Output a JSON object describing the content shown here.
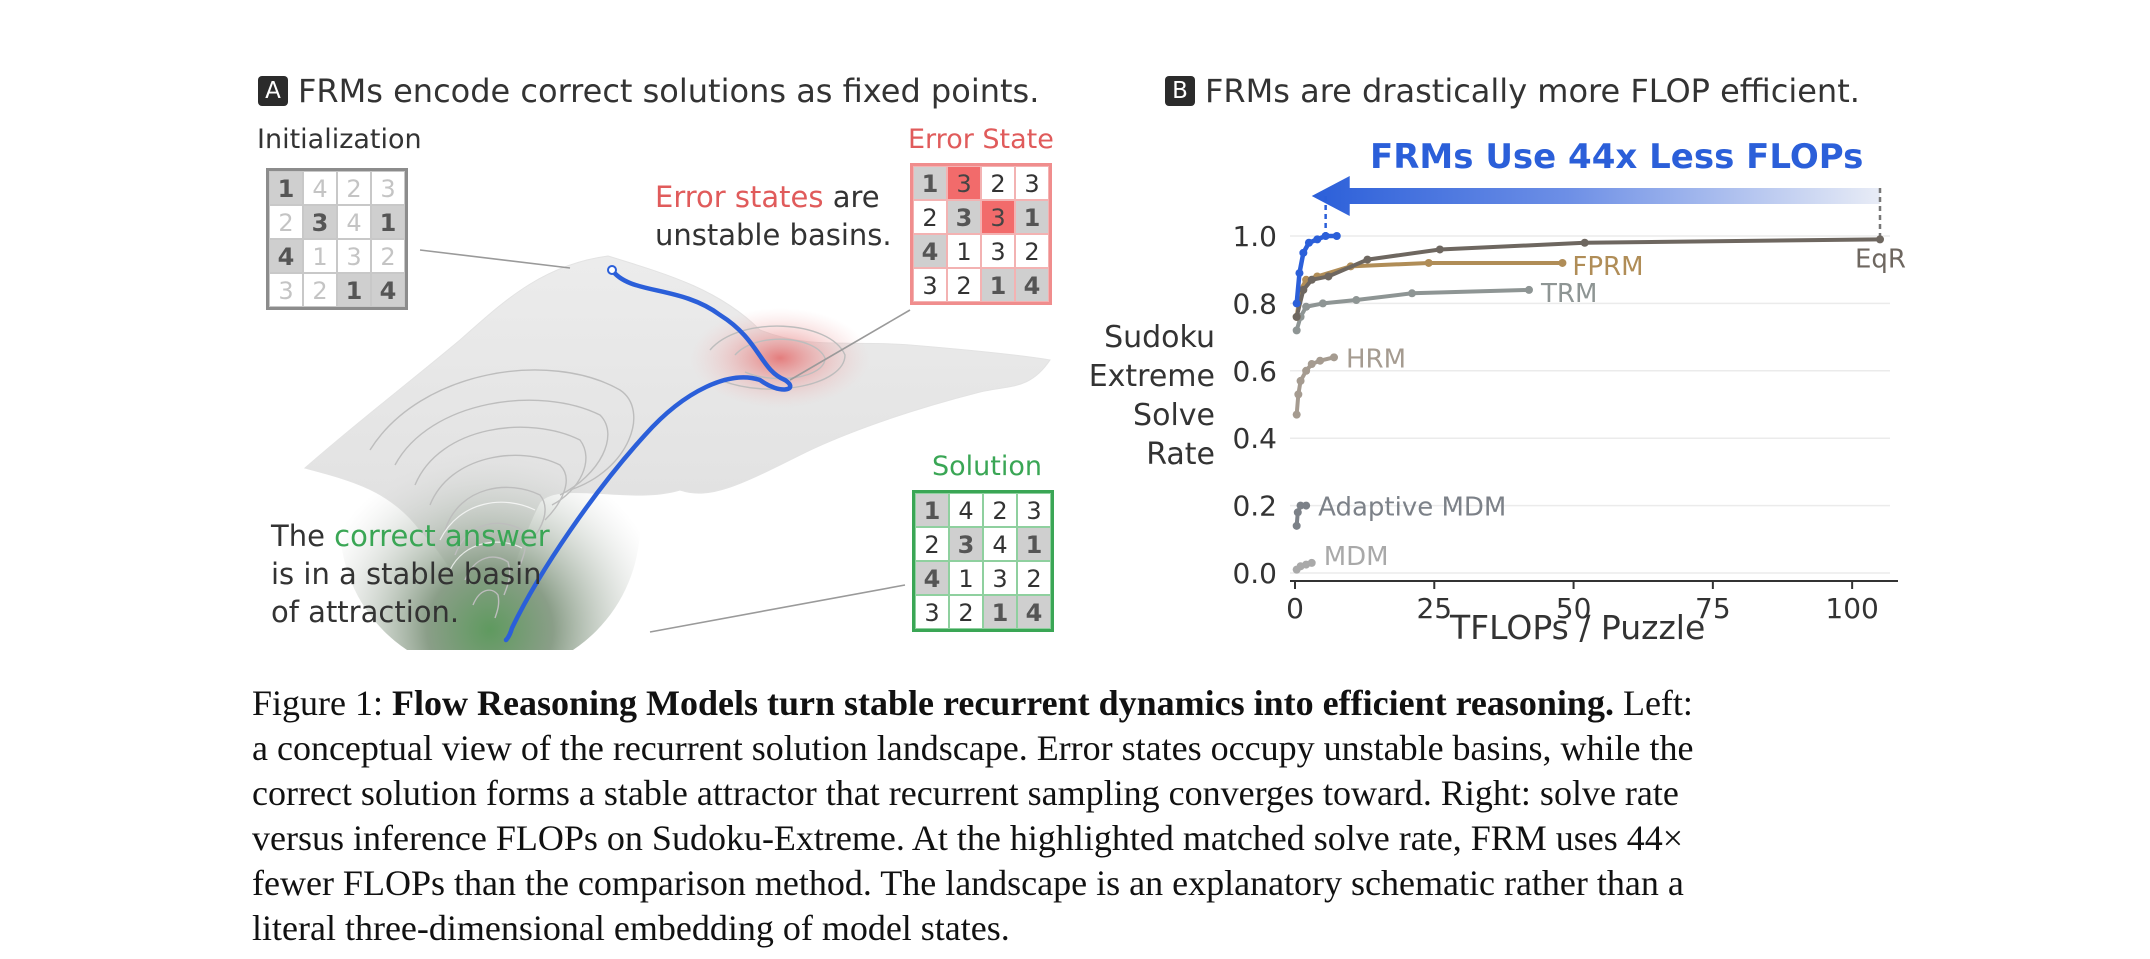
{
  "panelA": {
    "badge": "A",
    "title": "FRMs encode correct solutions as fixed points.",
    "init_label": "Initialization",
    "error_label": "Error State",
    "solution_label": "Solution",
    "error_annot_red": "Error states",
    "error_annot_rest1": " are",
    "error_annot_line2": "unstable basins.",
    "correct_l1_pre": "The ",
    "correct_l1_green": "correct answer",
    "correct_l2": "is in a stable basin",
    "correct_l3": "of attraction.",
    "grids": {
      "init": [
        [
          "1",
          "4",
          "2",
          "3"
        ],
        [
          "2",
          "3",
          "4",
          "1"
        ],
        [
          "4",
          "1",
          "3",
          "2"
        ],
        [
          "3",
          "2",
          "1",
          "4"
        ]
      ],
      "error": [
        [
          "1",
          "3",
          "2",
          "3"
        ],
        [
          "2",
          "3",
          "3",
          "1"
        ],
        [
          "4",
          "1",
          "3",
          "2"
        ],
        [
          "3",
          "2",
          "1",
          "4"
        ]
      ],
      "solution": [
        [
          "1",
          "4",
          "2",
          "3"
        ],
        [
          "2",
          "3",
          "4",
          "1"
        ],
        [
          "4",
          "1",
          "3",
          "2"
        ],
        [
          "3",
          "2",
          "1",
          "4"
        ]
      ]
    },
    "colors": {
      "error": "#e05b5b",
      "solution": "#3aa655",
      "path": "#2b5fd9"
    }
  },
  "panelB": {
    "badge": "B",
    "title": "FRMs are drastically more FLOP efficient.",
    "banner": "FRMs Use 44x Less FLOPs",
    "ylabel_lines": [
      "Sudoku",
      "Extreme",
      "Solve",
      "Rate"
    ],
    "xlabel": "TFLOPs / Puzzle"
  },
  "chart_data": {
    "type": "line",
    "title": "FRMs are drastically more FLOP efficient.",
    "xlabel": "TFLOPs / Puzzle",
    "ylabel": "Sudoku Extreme Solve Rate",
    "xlim": [
      0,
      110
    ],
    "ylim": [
      0,
      1.05
    ],
    "xticks": [
      0,
      25,
      50,
      75,
      100
    ],
    "yticks": [
      "0.0",
      "0.2",
      "0.4",
      "0.6",
      "0.8",
      "1.0"
    ],
    "grid": "horizontal",
    "annotation": "FRMs Use 44x Less FLOPs",
    "series": [
      {
        "name": "FRM",
        "color": "#2b5fd9",
        "labeled": false,
        "x": [
          0.3,
          0.8,
          1.5,
          2.5,
          4,
          5.5,
          7.5
        ],
        "y": [
          0.8,
          0.89,
          0.95,
          0.98,
          0.99,
          1.0,
          1.0
        ]
      },
      {
        "name": "EqR",
        "color": "#6e6760",
        "labeled": true,
        "x": [
          0.3,
          1.5,
          3,
          6,
          13,
          26,
          52,
          105
        ],
        "y": [
          0.76,
          0.84,
          0.87,
          0.88,
          0.93,
          0.96,
          0.98,
          0.99
        ]
      },
      {
        "name": "FPRM",
        "color": "#b08d57",
        "labeled": true,
        "x": [
          0.3,
          1,
          2,
          4,
          10,
          24,
          48
        ],
        "y": [
          0.76,
          0.84,
          0.87,
          0.88,
          0.91,
          0.92,
          0.92
        ]
      },
      {
        "name": "TRM",
        "color": "#8e9594",
        "labeled": true,
        "x": [
          0.3,
          1,
          2,
          5,
          11,
          21,
          42
        ],
        "y": [
          0.72,
          0.76,
          0.79,
          0.8,
          0.81,
          0.83,
          0.84
        ]
      },
      {
        "name": "HRM",
        "color": "#a59b90",
        "labeled": true,
        "x": [
          0.3,
          0.6,
          1,
          2,
          3,
          4.5,
          7
        ],
        "y": [
          0.47,
          0.53,
          0.57,
          0.6,
          0.62,
          0.63,
          0.64
        ]
      },
      {
        "name": "Adaptive MDM",
        "color": "#7c8188",
        "labeled": true,
        "x": [
          0.3,
          0.5,
          1,
          2
        ],
        "y": [
          0.14,
          0.18,
          0.2,
          0.2
        ]
      },
      {
        "name": "MDM",
        "color": "#a9a9a9",
        "labeled": true,
        "x": [
          0.3,
          1,
          2,
          3
        ],
        "y": [
          0.01,
          0.02,
          0.025,
          0.03
        ]
      }
    ]
  },
  "caption": {
    "prefix": "Figure 1: ",
    "bold": "Flow Reasoning Models turn stable recurrent dynamics into efficient reasoning.",
    "lines": [
      " Left:",
      "a conceptual view of the recurrent solution landscape. Error states occupy unstable basins, while the",
      "correct solution forms a stable attractor that recurrent sampling converges toward. Right: solve rate",
      "versus inference FLOPs on Sudoku-Extreme. At the highlighted matched solve rate, FRM uses 44×",
      "fewer FLOPs than the comparison method. The landscape is an explanatory schematic rather than a",
      "literal three-dimensional embedding of model states."
    ]
  }
}
